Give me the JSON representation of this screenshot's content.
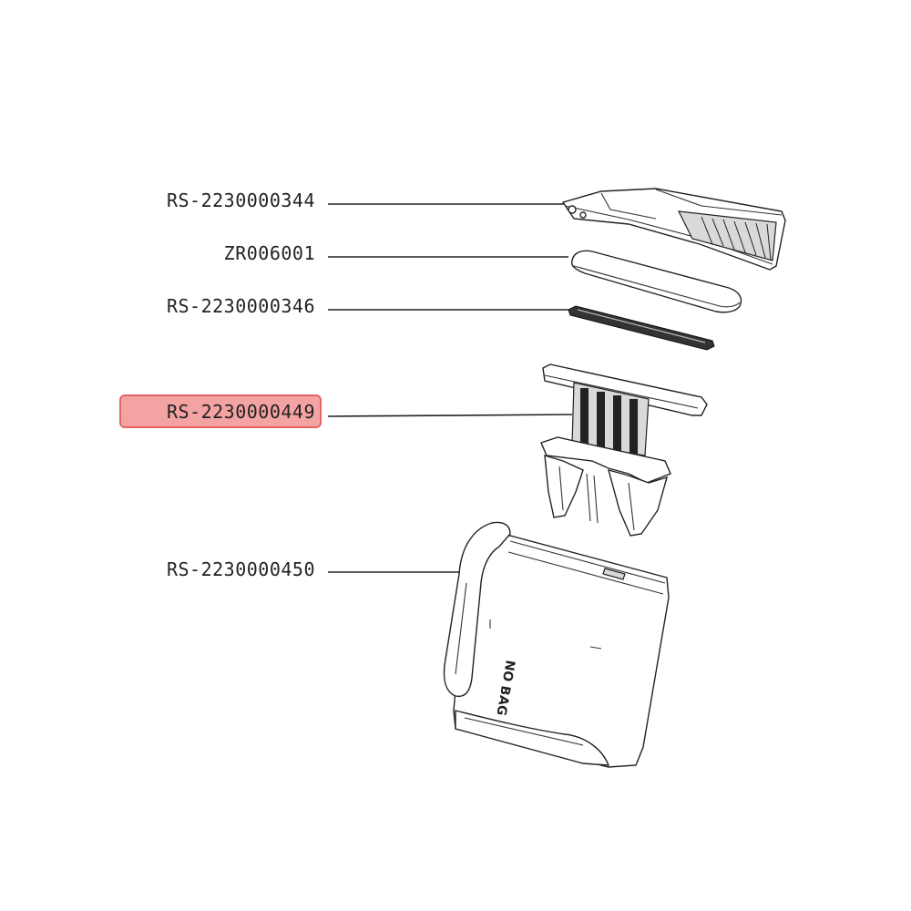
{
  "parts": [
    {
      "id": "lid",
      "label": "RS-2230000344",
      "selected": false
    },
    {
      "id": "seal",
      "label": "ZR006001",
      "selected": false
    },
    {
      "id": "gasket",
      "label": "RS-2230000346",
      "selected": false
    },
    {
      "id": "filter",
      "label": "RS-2230000449",
      "selected": true
    },
    {
      "id": "bin",
      "label": "RS-2230000450",
      "selected": false
    }
  ],
  "bin_text": "NO BAG",
  "colors": {
    "highlight_fill": "#f4a3a3",
    "highlight_border": "#e46464",
    "line": "#222222"
  }
}
